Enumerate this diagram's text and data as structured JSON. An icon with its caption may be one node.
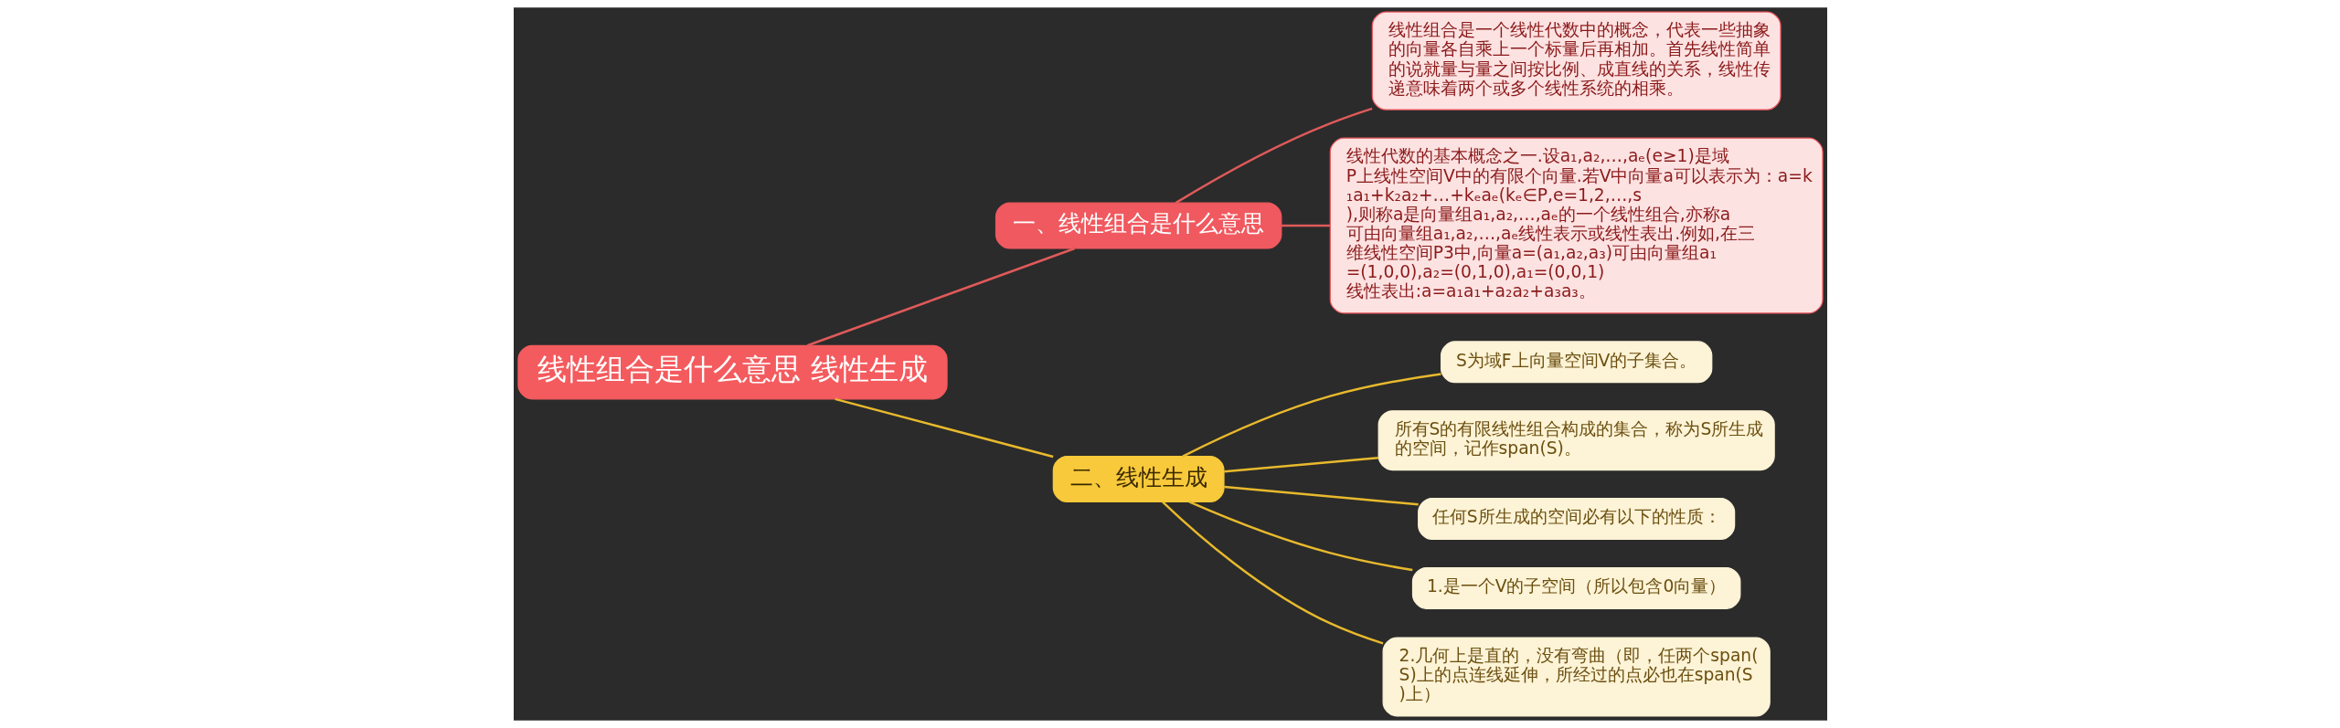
{
  "diagram": {
    "nodes": [
      {
        "text": [
          "线性组合是什么意思 线性生成"
        ]
      },
      {
        "text": [
          "一、线性组合是什么意思"
        ]
      },
      {
        "text": [
          "线性组合是一个线性代数中的概念，代表一些抽象的向量各自乘上一个标量后再相加。首先线性简单的说就量与量之间按比例、成直线的关系，线性传递意味着两个或多个线性系统的相乘。"
        ]
      },
      {
        "text": [
          "线性代数的基本概念之一.设a₁,a₂,…,aₑ(e≥1)是域P上线性空间V中的有限个向量.若V中向量a可以表示为：a=k₁a₁+k₂a₂+…+kₑaₑ(kₑ∈P,e=1,2,…,s),则称a是向量组a₁,a₂,…,aₑ的一个线性组合,亦称a可由向量组a₁,a₂,…,aₑ线性表示或线性表出.例如,在三维线性空间P3中,向量a=(a₁,a₂,a₃)可由向量组a₁=(1,0,0),a₂=(0,1,0),a₁=(0,0,1)线性表出:a=a₁a₁+a₂a₂+a₃a₃。"
        ]
      },
      {
        "text": [
          "二、线性生成"
        ]
      },
      {
        "text": [
          "S为域F上向量空间V的子集合。"
        ]
      },
      {
        "text": [
          "所有S的有限线性组合构成的集合，称为S所生成的空间，记作span(S)。"
        ]
      },
      {
        "text": [
          "任何S所生成的空间必有以下的性质："
        ]
      },
      {
        "text": [
          "1.是一个V的子空间（所以包含0向量）"
        ]
      },
      {
        "text": [
          "2.几何上是直的，没有弯曲（即，任两个span(S)上的点连线延伸，所经过的点必也在span(S)上）"
        ]
      }
    ],
    "edges": [
      {
        "from": 0,
        "to": 1,
        "arrow": "none",
        "color": "#e05a5a"
      },
      {
        "from": 1,
        "to": 2,
        "arrow": "none",
        "color": "#e05a5a"
      },
      {
        "from": 1,
        "to": 3,
        "arrow": "none",
        "color": "#e05a5a"
      },
      {
        "from": 0,
        "to": 4,
        "arrow": "none"
      },
      {
        "from": 4,
        "to": 5,
        "arrow": "none"
      },
      {
        "from": 4,
        "to": 6,
        "arrow": "none"
      },
      {
        "from": 4,
        "to": 7,
        "arrow": "none"
      },
      {
        "from": 4,
        "to": 8,
        "arrow": "none"
      },
      {
        "from": 4,
        "to": 9,
        "arrow": "none"
      }
    ]
  }
}
